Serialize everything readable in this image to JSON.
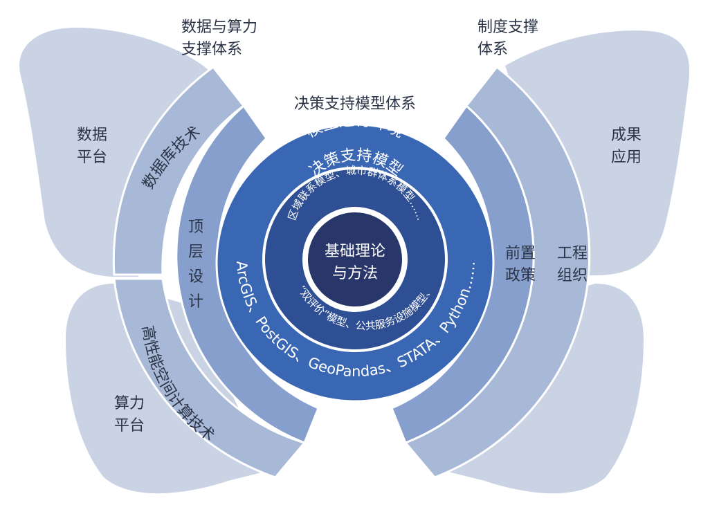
{
  "title": "决策支持模型体系",
  "wings": {
    "upper_left_heading": [
      "数据与算力",
      "支撑体系"
    ],
    "upper_right_heading": [
      "制度支撑",
      "体系"
    ],
    "data_platform": [
      "数据",
      "平台"
    ],
    "compute_platform": [
      "算力",
      "平台"
    ],
    "results_application": [
      "成果",
      "应用"
    ]
  },
  "bands": {
    "database_tech": "数据库技术",
    "hpc_tech": "高性能空间计算技术",
    "top_design": [
      "顶",
      "层",
      "设",
      "计"
    ],
    "pre_policy": [
      "前置",
      "政策"
    ],
    "engineering": [
      "工程",
      "组织"
    ]
  },
  "rings": {
    "runtime_env": "模型运行环境",
    "software": "ArcGIS、PostGIS、GeoPandas、STATA、Python……",
    "decision_models": "决策支持模型",
    "models_upper": "区域联系模型、城市群体系模型……",
    "models_lower": "“双评价”模型、公共服务设施模型、",
    "core": [
      "基础理论",
      "与方法"
    ]
  },
  "colors": {
    "wing": "#c9d3e4",
    "band_outer": "#a8b9d7",
    "band_inner": "#879fcc",
    "ring_runtime": "#3a67b3",
    "ring_models": "#2e4f93",
    "core": "#28366a",
    "text_dark": "#2b3346"
  }
}
